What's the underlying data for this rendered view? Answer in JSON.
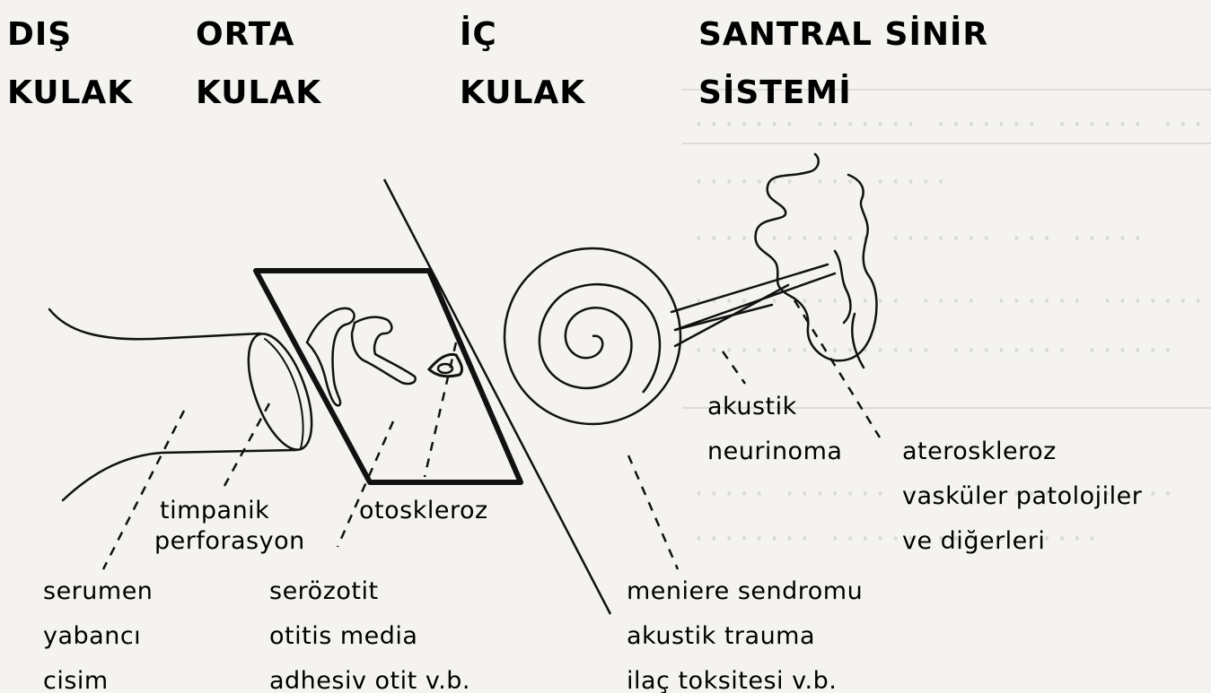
{
  "headers": {
    "outer": {
      "line1": "DIŞ",
      "line2": "KULAK"
    },
    "middle": {
      "line1": "ORTA",
      "line2": "KULAK"
    },
    "inner": {
      "line1": "İÇ",
      "line2": "KULAK"
    },
    "cns": {
      "line1": "SANTRAL SİNİR",
      "line2": "SİSTEMİ"
    }
  },
  "labels": {
    "timpanik": {
      "line1": "timpanik",
      "line2": "perforasyon"
    },
    "otoskleroz": "otoskleroz",
    "akustik_neurinoma": {
      "line1": "akustik",
      "line2": "neurinoma"
    },
    "ateroskleroz": {
      "line1": "ateroskleroz",
      "line2": "vasküler patolojiler",
      "line3": "ve diğerleri"
    },
    "outer_list": [
      "serumen",
      "yabancı",
      "cisim"
    ],
    "middle_list": [
      "serözotit",
      "otitis media",
      "adhesiv otit v.b."
    ],
    "inner_list": [
      "meniere sendromu",
      "akustik trauma",
      "ilaç toksitesi v.b."
    ]
  },
  "colors": {
    "ink": "#111111",
    "paper": "#f4f3ef",
    "ghost_text": "#d9d8d3"
  }
}
